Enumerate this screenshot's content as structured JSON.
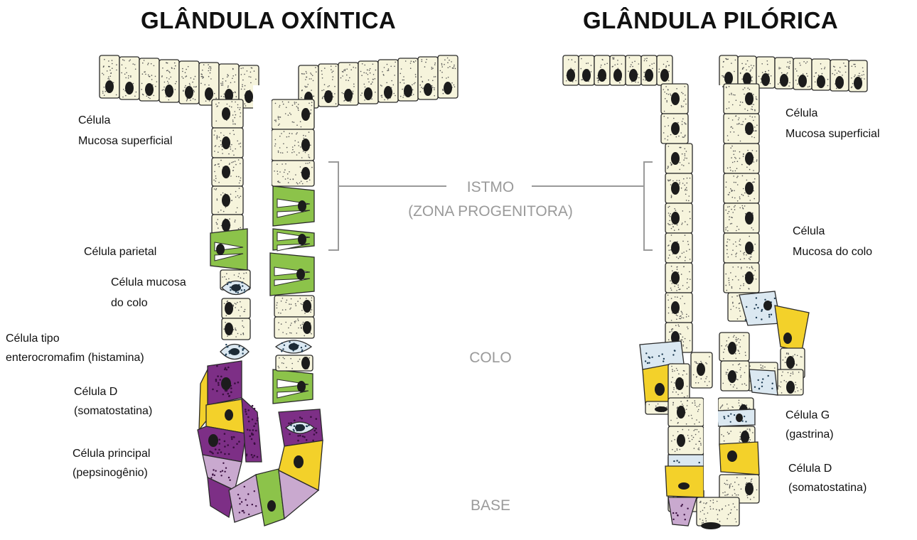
{
  "titles": {
    "oxyntic": "GLÂNDULA OXÍNTICA",
    "pyloric": "GLÂNDULA PILÓRICA"
  },
  "zones": {
    "isthmus": "ISTMO",
    "isthmus_sub": "(ZONA PROGENITORA)",
    "neck": "COLO",
    "base": "BASE"
  },
  "oxyntic_labels": {
    "surface_1": "Célula",
    "surface_2": "Mucosa superficial",
    "parietal": "Célula parietal",
    "neck_mucous_1": "Célula mucosa",
    "neck_mucous_2": "do colo",
    "ecl_1": "Célula tipo",
    "ecl_2": "enterocromafim (histamina)",
    "d_cell_1": "Célula D",
    "d_cell_2": "(somatostatina)",
    "chief_1": "Célula principal",
    "chief_2": "(pepsinogênio)"
  },
  "pyloric_labels": {
    "surface_1": "Célula",
    "surface_2": "Mucosa superficial",
    "neck_mucous_1": "Célula",
    "neck_mucous_2": "Mucosa do colo",
    "g_cell_1": "Célula G",
    "g_cell_2": "(gastrina)",
    "d_cell_1": "Célula D",
    "d_cell_2": "(somatostatina)"
  },
  "colors": {
    "cell_fill": "#f6f4dc",
    "cell_stroke": "#2a2a2a",
    "nucleus": "#1c1c1c",
    "parietal_green": "#8cc34a",
    "d_cell_yellow": "#f3d12a",
    "chief_purple": "#7d2f86",
    "chief_light": "#c9a9cf",
    "mucous_neck_blue": "#dbe8f1",
    "zone_gray": "#9a9a9a"
  }
}
